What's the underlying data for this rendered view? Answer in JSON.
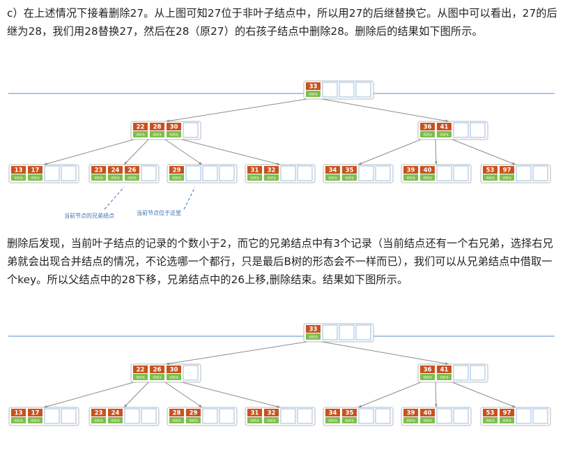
{
  "paragraph1": "c）在上述情况下接着删除27。从上图可知27位于非叶子结点中，所以用27的后继替换它。从图中可以看出，27的后继为28，我们用28替换27，然后在28（原27）的右孩子结点中删除28。删除后的结果如下图所示。",
  "paragraph2": "删除后发现，当前叶子结点的记录的个数小于2，而它的兄弟结点中有3个记录（当前结点还有一个右兄弟，选择右兄弟就会出现合并结点的情况，不论选哪一个都行，只是最后B树的形态会不一样而已），我们可以从兄弟结点中借取一个key。所以父结点中的28下移，兄弟结点中的26上移,删除结束。结果如下图所示。",
  "data_label": "data",
  "colors": {
    "key": "#c8521f",
    "data": "#7cbe4a",
    "slot": "#a9c6e8",
    "border": "#b8b8b8",
    "line": "#5b8ccf",
    "edge": "#8c8c8c",
    "annotation": "#3a6fb5"
  },
  "figure1": {
    "root": [
      "33"
    ],
    "internal": [
      [
        "22",
        "28",
        "30"
      ],
      [
        "36",
        "41"
      ]
    ],
    "leaves": [
      [
        "13",
        "17"
      ],
      [
        "23",
        "24",
        "26"
      ],
      [
        "29"
      ],
      [
        "31",
        "32"
      ],
      [
        "34",
        "35"
      ],
      [
        "39",
        "40"
      ],
      [
        "53",
        "97"
      ]
    ],
    "annotations": [
      "当前节点的兄弟结点",
      "当前节点位于这里"
    ]
  },
  "figure2": {
    "root": [
      "33"
    ],
    "internal": [
      [
        "22",
        "26",
        "30"
      ],
      [
        "36",
        "41"
      ]
    ],
    "leaves": [
      [
        "13",
        "17"
      ],
      [
        "23",
        "24"
      ],
      [
        "28",
        "29"
      ],
      [
        "31",
        "32"
      ],
      [
        "34",
        "35"
      ],
      [
        "39",
        "40"
      ],
      [
        "53",
        "97"
      ]
    ]
  }
}
